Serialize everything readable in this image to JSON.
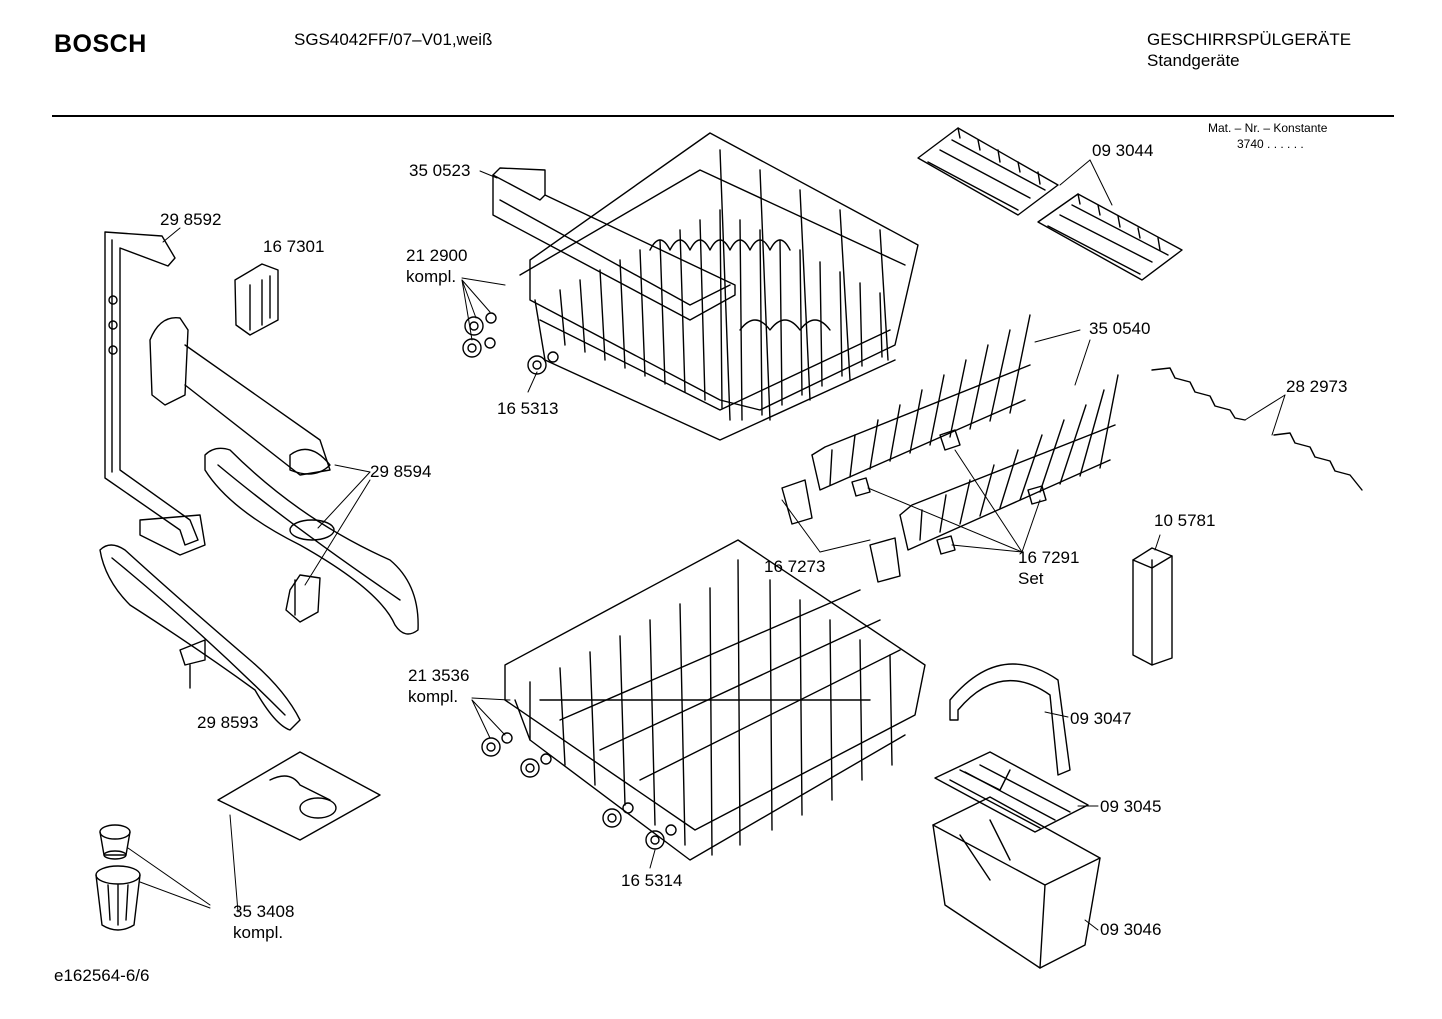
{
  "header": {
    "brand": "BOSCH",
    "model": "SGS4042FF/07–V01,weiß",
    "category_line1": "GESCHIRRSPÜLGERÄTE",
    "category_line2": "Standgeräte"
  },
  "mat_info": {
    "label": "Mat. – Nr. – Konstante",
    "value": "3740  .  .  .  .  .  ."
  },
  "parts": [
    {
      "number": "35 0523",
      "suffix": ""
    },
    {
      "number": "09 3044",
      "suffix": ""
    },
    {
      "number": "29 8592",
      "suffix": ""
    },
    {
      "number": "16 7301",
      "suffix": ""
    },
    {
      "number": "21 2900",
      "suffix": "kompl."
    },
    {
      "number": "16 5313",
      "suffix": ""
    },
    {
      "number": "35 0540",
      "suffix": ""
    },
    {
      "number": "28 2973",
      "suffix": ""
    },
    {
      "number": "29 8594",
      "suffix": ""
    },
    {
      "number": "10 5781",
      "suffix": ""
    },
    {
      "number": "16 7273",
      "suffix": ""
    },
    {
      "number": "16 7291",
      "suffix": "Set"
    },
    {
      "number": "21 3536",
      "suffix": "kompl."
    },
    {
      "number": "09 3047",
      "suffix": ""
    },
    {
      "number": "29 8593",
      "suffix": ""
    },
    {
      "number": "09 3045",
      "suffix": ""
    },
    {
      "number": "16 5314",
      "suffix": ""
    },
    {
      "number": "35 3408",
      "suffix": "kompl."
    },
    {
      "number": "09 3046",
      "suffix": ""
    }
  ],
  "footer": {
    "diagram_id": "e162564-6/6"
  }
}
